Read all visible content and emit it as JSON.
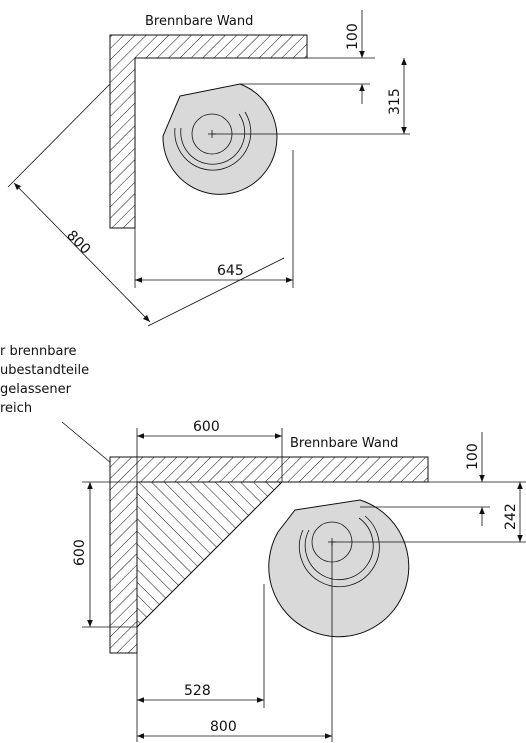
{
  "diagram1": {
    "wall_label": "Brennbare Wand",
    "dim_top_gap": "100",
    "dim_center_offset": "315",
    "dim_diagonal": "800",
    "dim_width": "645"
  },
  "diagram2": {
    "note_lines": [
      "r brennbare",
      "ubestandteile",
      "gelassener",
      "reich"
    ],
    "wall_label": "Brennbare Wand",
    "dim_top_width": "600",
    "dim_left_height": "600",
    "dim_top_gap": "100",
    "dim_center_offset": "242",
    "dim_bottom_1": "528",
    "dim_bottom_2": "800"
  }
}
